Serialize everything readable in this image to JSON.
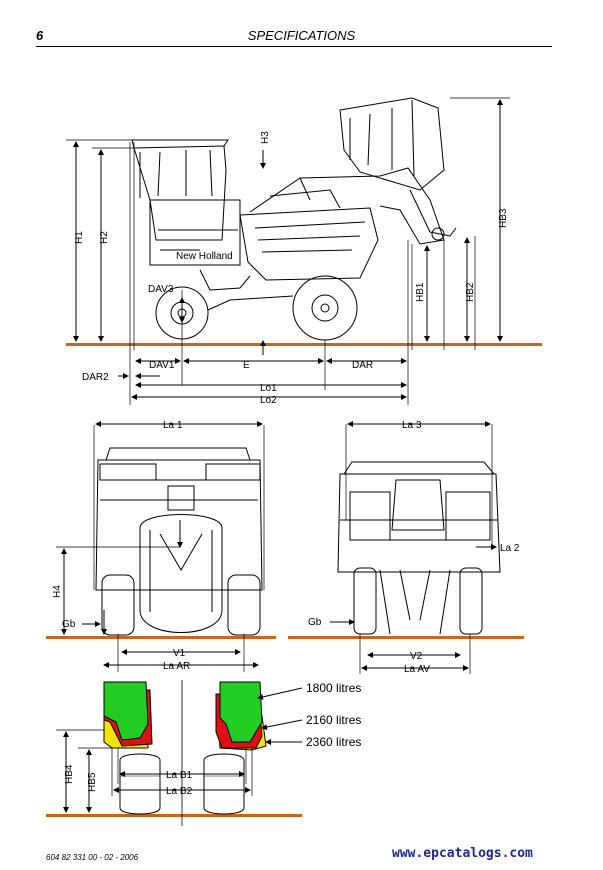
{
  "header": {
    "page_number": "6",
    "title": "SPECIFICATIONS"
  },
  "side_view": {
    "height_labels": [
      "H1",
      "H2",
      "H3",
      "HB1",
      "HB2",
      "HB3"
    ],
    "length_labels": [
      "DAV1",
      "DAV3",
      "DAR2",
      "E",
      "DAR",
      "Lo1",
      "Lo2"
    ],
    "brand_text": "New Holland"
  },
  "rear_view": {
    "labels": [
      "La 1",
      "H4",
      "Gb",
      "V1",
      "La AR"
    ]
  },
  "front_view": {
    "labels": [
      "La 3",
      "La 2",
      "Gb",
      "V2",
      "La AV"
    ]
  },
  "hopper_diagram": {
    "capacities": [
      "1800 litres",
      "2160 litres",
      "2360 litres"
    ],
    "labels": [
      "HB4",
      "HB5",
      "La B1",
      "La B2"
    ],
    "colors": {
      "1800": "#22cc22",
      "2160": "#dd1111",
      "2360": "#f2e600"
    }
  },
  "footer": {
    "doc_ref": "604 82 331 00 - 02 - 2006",
    "watermark": "www.epcatalogs.com"
  },
  "colors": {
    "ground_line": "#c8651e"
  }
}
